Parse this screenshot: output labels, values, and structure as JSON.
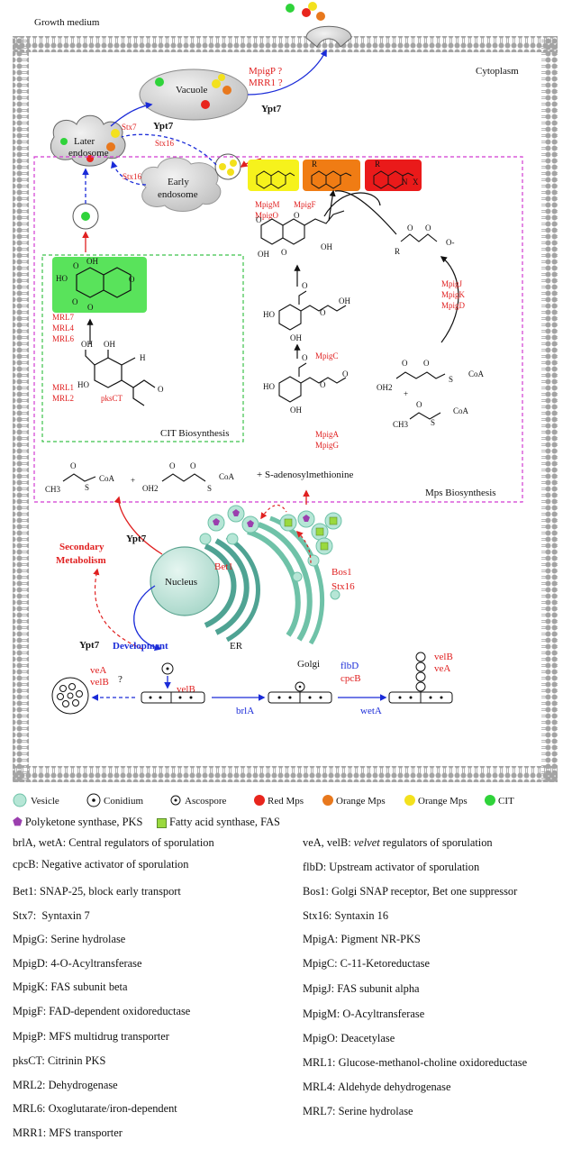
{
  "labels": {
    "growth_medium": "Growth medium",
    "cytoplasm": "Cytoplasm",
    "vacuole": "Vacuole",
    "later_endosome": "Later\nendosome",
    "early_endosome": "Early\nendosome",
    "nucleus": "Nucleus",
    "er": "ER",
    "golgi": "Golgi",
    "cit_biosynthesis": "CIT Biosynthesis",
    "mps_biosynthesis": "Mps Biosynthesis",
    "s_adenosylmethionine": "+   S-adenosylmethionine",
    "development": "Development",
    "secondary_metabolism": "Secondary\nMetabolism",
    "question": "?"
  },
  "proteins": {
    "ypt7": "Ypt7",
    "stx7": "Stx7",
    "stx16": "Stx16",
    "bet1": "Bet1",
    "bos1": "Bos1",
    "mpigp": "MpigP  ?",
    "mrr1": "MRR1   ?",
    "mpigm": "MpigM",
    "mpigf": "MpigF",
    "mpigo": "MpigO",
    "mpigj": "MpigJ",
    "mpigk": "MpigK",
    "mpigd": "MpigD",
    "mpigc": "MpigC",
    "mpiga": "MpigA",
    "mpigg": "MpigG",
    "mrl7": "MRL7",
    "mrl4": "MRL4",
    "mrl6": "MRL6",
    "mrl1": "MRL1",
    "mrl2": "MRL2",
    "pksct": "pksCT",
    "vea": "veA",
    "velb": "velB",
    "flbd": "flbD",
    "cpcb": "cpcB",
    "brla": "brlA",
    "weta": "wetA"
  },
  "chem": {
    "coa": "CoA",
    "ch3": "CH3",
    "oh2": "OH2",
    "plus": "+",
    "ho": "HO",
    "oh": "OH",
    "o": "O",
    "r": "R",
    "o_minus": "O-",
    "n": "N",
    "x": "X",
    "h": "H"
  },
  "legend": [
    {
      "icon": "vesicle",
      "label": "Vesicle"
    },
    {
      "icon": "conidium",
      "label": "Conidium"
    },
    {
      "icon": "ascospore",
      "label": "Ascospore"
    },
    {
      "icon": "red-mps",
      "label": "Red Mps"
    },
    {
      "icon": "orange-mps",
      "label": "Orange Mps"
    },
    {
      "icon": "yellow-mps",
      "label": "Orange Mps"
    },
    {
      "icon": "cit",
      "label": "CIT"
    },
    {
      "icon": "pks",
      "label": "Polyketone synthase, PKS"
    },
    {
      "icon": "fas",
      "label": "Fatty acid synthase, FAS"
    }
  ],
  "colors": {
    "red_mps": "#e8251d",
    "orange_mps": "#e8781d",
    "yellow_mps": "#f3e11d",
    "cit": "#2fd33a",
    "pks": "#9b3fae",
    "fas": "#9ad93e",
    "vesicle": "#b6e6d6",
    "organelle": "#7fbfae",
    "membrane": "#a0a0a0",
    "box_green": "#59e35b",
    "box_yellow": "#f6f21c",
    "box_orange": "#f07c14",
    "box_red": "#ea1a1a"
  },
  "glossary_left": [
    {
      "term": "brlA, wetA:",
      "def": " Central regulators of sporulation"
    },
    {
      "term": "cpcB:",
      "def": " Negative activator of sporulation"
    },
    {
      "term": "Bet1:",
      "def": " SNAP-25, block early transport"
    },
    {
      "term": "Stx7:",
      "def": "  Syntaxin 7"
    },
    {
      "term": "MpigG:",
      "def": " Serine hydrolase"
    },
    {
      "term": "MpigD:",
      "def": " 4-O-Acyltransferase"
    },
    {
      "term": "MpigK:",
      "def": " FAS subunit beta"
    },
    {
      "term": "MpigF:",
      "def": " FAD-dependent oxidoreductase"
    },
    {
      "term": "MpigP:",
      "def": " MFS multidrug transporter"
    },
    {
      "term": "pksCT:",
      "def": " Citrinin PKS"
    },
    {
      "term": "MRL2:",
      "def": " Dehydrogenase"
    },
    {
      "term": "MRL6:",
      "def": " Oxoglutarate/iron-dependent"
    },
    {
      "term": "MRR1:",
      "def": " MFS transporter"
    }
  ],
  "glossary_right": [
    {
      "term": "veA, velB:",
      "def_italic": "velvet",
      "def": " regulators of sporulation"
    },
    {
      "term": "flbD:",
      "def": " Upstream activator of sporulation"
    },
    {
      "term": "Bos1:",
      "def": " Golgi SNAP receptor, Bet one suppressor"
    },
    {
      "term": "Stx16:",
      "def": " Syntaxin 16"
    },
    {
      "term": "MpigA:",
      "def": " Pigment NR-PKS"
    },
    {
      "term": "MpigC:",
      "def": " C-11-Ketoreductase"
    },
    {
      "term": "MpigJ:",
      "def": " FAS subunit alpha"
    },
    {
      "term": "MpigM:",
      "def": " O-Acyltransferase"
    },
    {
      "term": "MpigO:",
      "def": " Deacetylase"
    },
    {
      "term": "MRL1:",
      "def": " Glucose-methanol-choline oxidoreductase"
    },
    {
      "term": "MRL4:",
      "def": " Aldehyde dehydrogenase"
    },
    {
      "term": "MRL7:",
      "def": " Serine hydrolase"
    }
  ]
}
